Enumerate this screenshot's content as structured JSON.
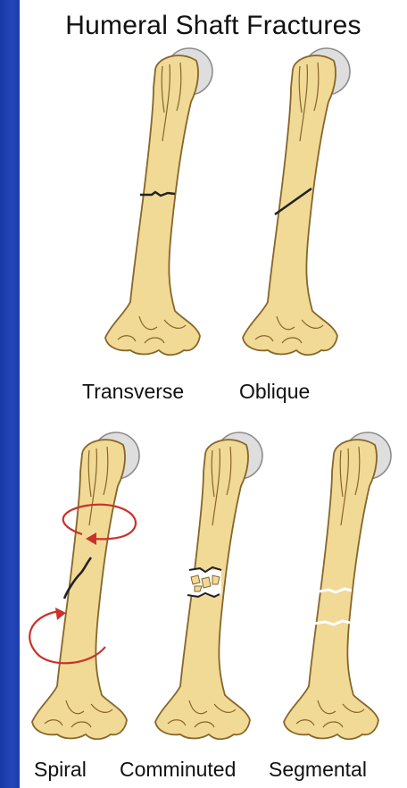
{
  "title": "Humeral Shaft Fractures",
  "labels": {
    "transverse": "Transverse",
    "oblique": "Oblique",
    "spiral": "Spiral",
    "comminuted": "Comminuted",
    "segmental": "Segmental"
  },
  "colors": {
    "background_edge": "#1a3a9e",
    "bone_fill": "#f0d894",
    "bone_outline": "#8a6a2a",
    "head_fill": "#dcdcdc",
    "fracture_line": "#222222",
    "rotation_arrow": "#c8322a"
  }
}
